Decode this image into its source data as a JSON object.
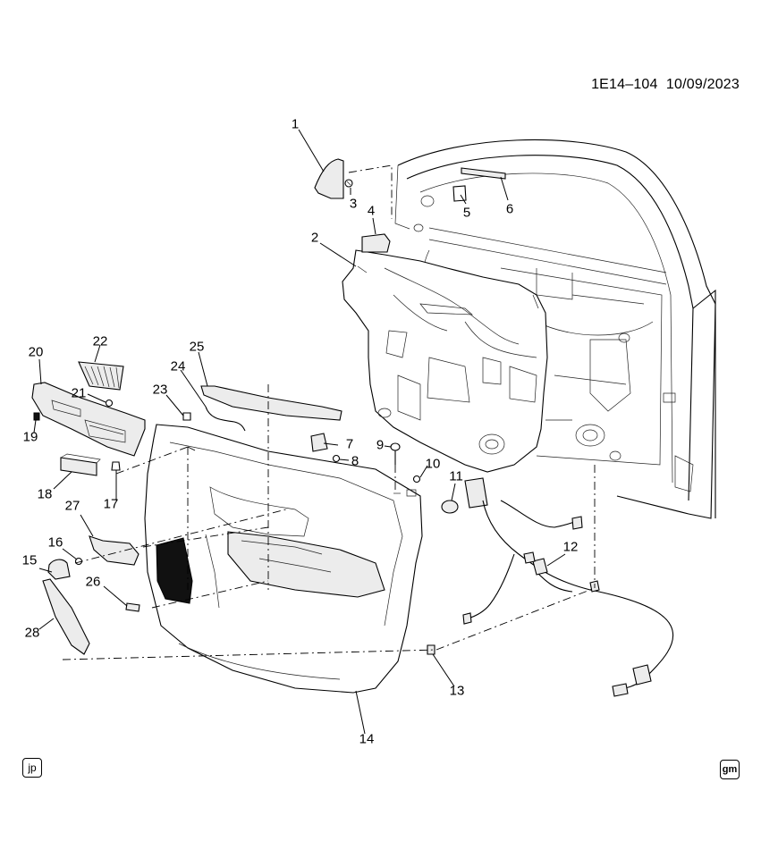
{
  "header": {
    "illustration_id": "1E14–104",
    "date": "10/09/2023"
  },
  "callouts": {
    "c1": "1",
    "c2": "2",
    "c3": "3",
    "c4": "4",
    "c5": "5",
    "c6": "6",
    "c7": "7",
    "c8": "8",
    "c9": "9",
    "c10": "10",
    "c11": "11",
    "c12": "12",
    "c13": "13",
    "c14": "14",
    "c15": "15",
    "c16": "16",
    "c17": "17",
    "c18": "18",
    "c19": "19",
    "c20": "20",
    "c21": "21",
    "c22": "22",
    "c23": "23",
    "c24": "24",
    "c25": "25",
    "c26": "26",
    "c27": "27",
    "c28": "28"
  },
  "footer": {
    "left_badge": "jp",
    "right_badge": "gm"
  }
}
